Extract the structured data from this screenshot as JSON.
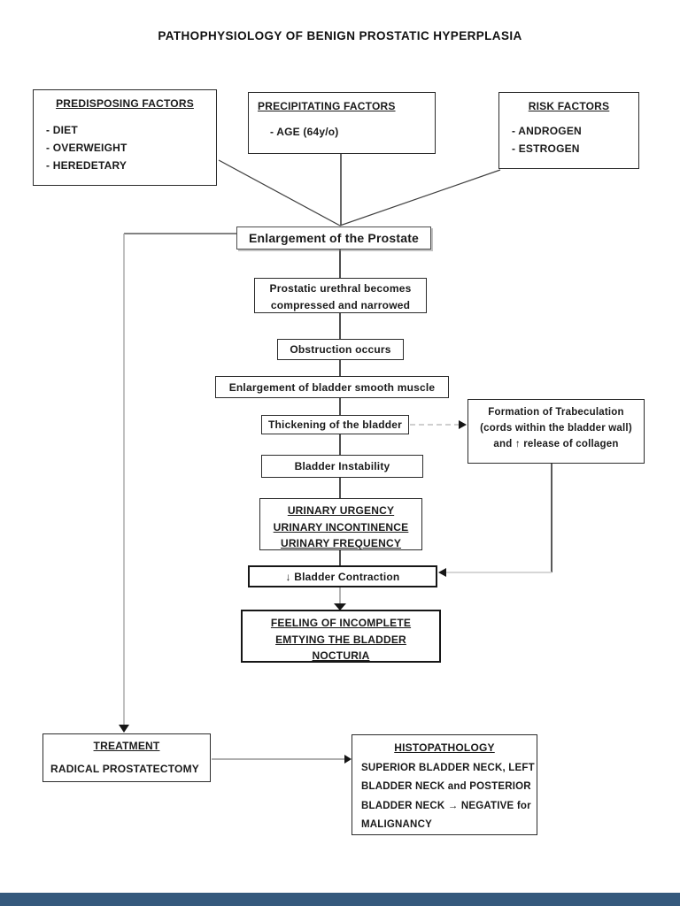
{
  "title": "PATHOPHYSIOLOGY OF BENIGN PROSTATIC HYPERPLASIA",
  "colors": {
    "line_dark": "#404040",
    "line_light": "#c9c9c9",
    "arrowhead": "#161616",
    "footer_bar": "#35597d"
  },
  "boxes": {
    "predisposing": {
      "heading": "PREDISPOSING FACTORS",
      "items": [
        "- DIET",
        "- OVERWEIGHT",
        "- HEREDETARY"
      ]
    },
    "precipitating": {
      "heading": "PRECIPITATING FACTORS",
      "items": [
        "- AGE (64y/o)"
      ]
    },
    "risk": {
      "heading": "RISK FACTORS",
      "items": [
        "- ANDROGEN",
        "- ESTROGEN"
      ]
    },
    "enlargement": {
      "label": "Enlargement of the Prostate"
    },
    "urethral": {
      "lines": [
        "Prostatic urethral becomes",
        "compressed and narrowed"
      ]
    },
    "obstruction": {
      "label": "Obstruction occurs"
    },
    "smooth_muscle": {
      "label": "Enlargement of bladder smooth muscle"
    },
    "thickening": {
      "label": "Thickening of the bladder"
    },
    "formation": {
      "lines": [
        "Formation of Trabeculation",
        "(cords within the bladder wall)",
        "and ↑ release of collagen"
      ]
    },
    "instability": {
      "label": "Bladder Instability"
    },
    "urinary": {
      "lines": [
        "URINARY URGENCY",
        "URINARY INCONTINENCE",
        "URINARY FREQUENCY"
      ]
    },
    "contraction": {
      "label": "↓ Bladder Contraction"
    },
    "feeling": {
      "lines": [
        "FEELING OF INCOMPLETE",
        "EMTYING THE BLADDER",
        "NOCTURIA"
      ]
    },
    "treatment": {
      "heading": "TREATMENT",
      "body": "RADICAL PROSTATECTOMY"
    },
    "histopathology": {
      "heading": "HISTOPATHOLOGY",
      "lines": [
        "SUPERIOR BLADDER NECK, LEFT",
        "BLADDER NECK and POSTERIOR",
        "BLADDER NECK  → NEGATIVE for",
        "MALIGNANCY"
      ]
    }
  }
}
